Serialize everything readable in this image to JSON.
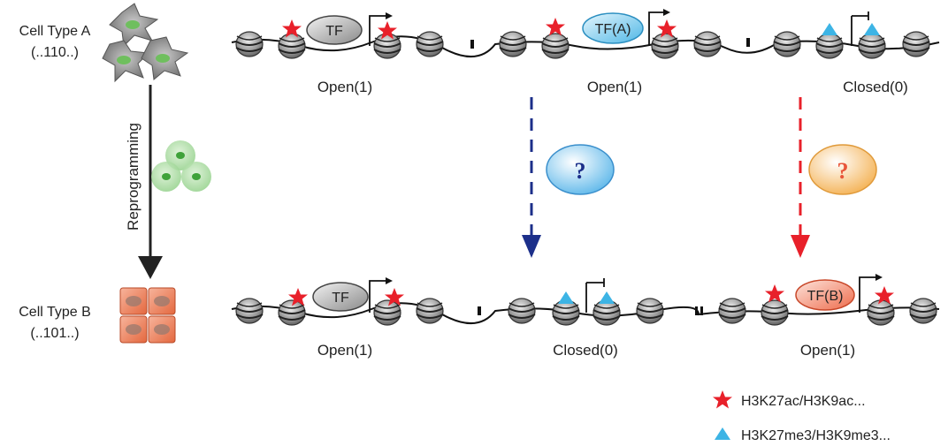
{
  "cells": {
    "type_a": {
      "name": "Cell Type A",
      "code": "(..110..)"
    },
    "type_b": {
      "name": "Cell Type B",
      "code": "(..101..)"
    },
    "process": "Reprogramming"
  },
  "states": {
    "a1": "Open(1)",
    "a2": "Open(1)",
    "a3": "Closed(0)",
    "b1": "Open(1)",
    "b2": "Closed(0)",
    "b3": "Open(1)"
  },
  "tf": {
    "a1": "TF",
    "a2": "TF(A)",
    "b1": "TF",
    "b3": "TF(B)"
  },
  "question": {
    "blue": "?",
    "orange": "?"
  },
  "legend": {
    "acetyl": "H3K27ac/H3K9ac...",
    "methyl": "H3K27me3/H3K9me3..."
  },
  "colors": {
    "star": "#e8202a",
    "triangle": "#3db4e5",
    "blue_arrow": "#1c2f8a",
    "red_arrow": "#e8202a",
    "cell_green": "#9fd39a",
    "cell_orange": "#ef8d6f"
  }
}
